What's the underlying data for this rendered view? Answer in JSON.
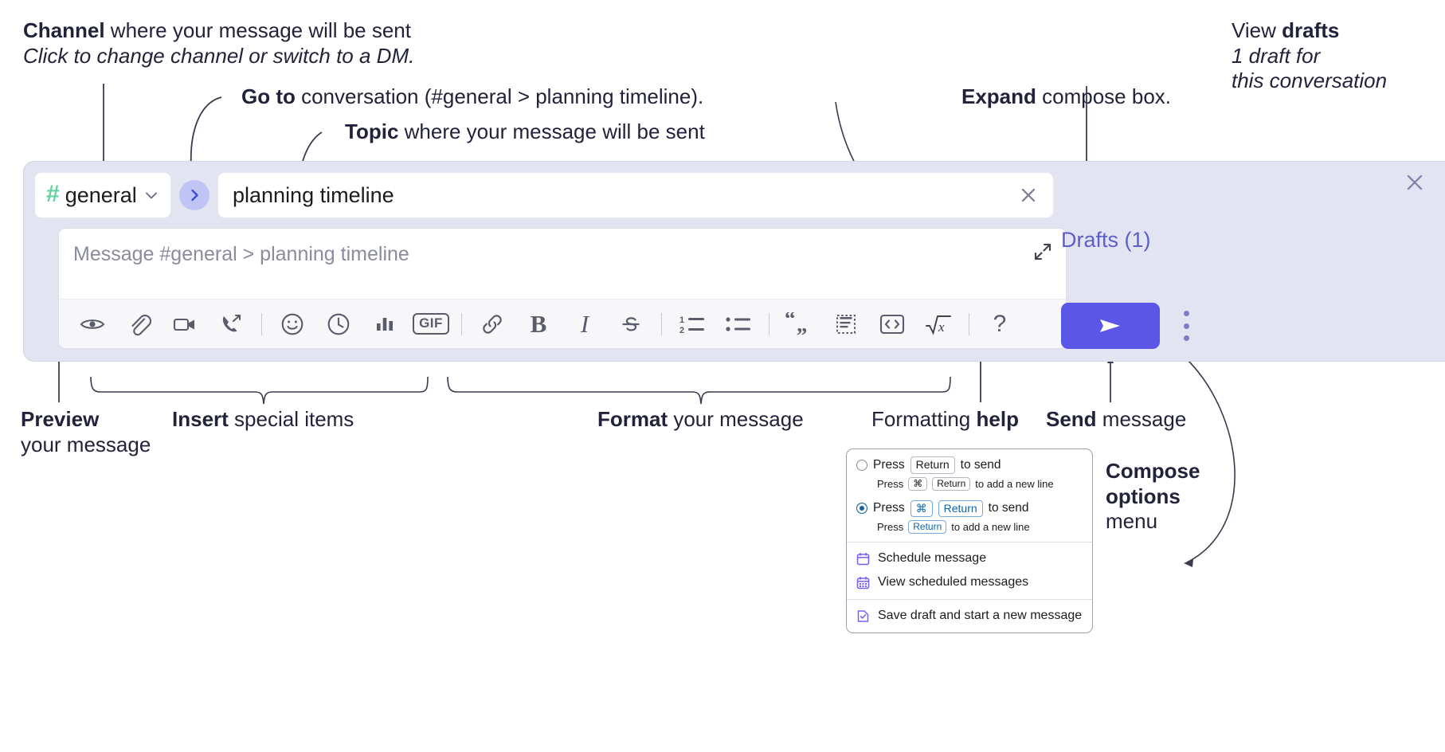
{
  "annotations": {
    "channel": {
      "bold": "Channel",
      "rest": " where your message will be sent",
      "sub": "Click to change channel or switch to a DM."
    },
    "goto": {
      "bold": "Go to",
      "rest": " conversation (#general > planning timeline)."
    },
    "topic": {
      "bold": "Topic",
      "rest": " where your message will be sent"
    },
    "expand": {
      "bold": "Expand",
      "rest": " compose box."
    },
    "drafts": {
      "lead": "View ",
      "bold": "drafts",
      "sub1": "1 draft for",
      "sub2": "this conversation"
    },
    "preview": {
      "bold": "Preview",
      "sub": "your message"
    },
    "insert": {
      "bold": "Insert",
      "rest": " special items"
    },
    "format": {
      "bold": "Format",
      "rest": " your message"
    },
    "help": {
      "lead": "Formatting ",
      "bold": "help"
    },
    "send": {
      "bold": "Send",
      "rest": " message"
    },
    "compose_options": {
      "bold1": "Compose",
      "bold2": "options",
      "rest": "menu"
    }
  },
  "compose": {
    "channel_name": "general",
    "hash_symbol": "#",
    "topic_value": "planning timeline",
    "message_placeholder": "Message #general > planning timeline",
    "drafts_label": "Drafts (1)",
    "toolbar_left": [
      {
        "name": "preview-icon",
        "label": "Preview"
      },
      {
        "name": "attachment-icon",
        "label": "Attach file"
      },
      {
        "name": "video-icon",
        "label": "Record video clip"
      },
      {
        "name": "audio-call-icon",
        "label": "Record audio clip"
      }
    ],
    "toolbar_insert": [
      {
        "name": "emoji-icon",
        "label": "Emoji"
      },
      {
        "name": "clock-icon",
        "label": "Mention / schedule"
      },
      {
        "name": "poll-icon",
        "label": "Poll"
      },
      {
        "name": "gif-icon",
        "label": "GIF"
      }
    ],
    "toolbar_format": [
      {
        "name": "link-icon",
        "label": "Link"
      },
      {
        "name": "bold-icon",
        "label": "Bold"
      },
      {
        "name": "italic-icon",
        "label": "Italic"
      },
      {
        "name": "strikethrough-icon",
        "label": "Strikethrough"
      }
    ],
    "toolbar_lists": [
      {
        "name": "ordered-list-icon",
        "label": "Ordered list"
      },
      {
        "name": "bulleted-list-icon",
        "label": "Bulleted list"
      }
    ],
    "toolbar_blocks": [
      {
        "name": "blockquote-icon",
        "label": "Blockquote"
      },
      {
        "name": "code-block-icon",
        "label": "Code block"
      },
      {
        "name": "code-icon",
        "label": "Code"
      },
      {
        "name": "math-icon",
        "label": "Math"
      }
    ],
    "toolbar_help": {
      "name": "help-icon",
      "label": "?"
    },
    "gif_label": "GIF",
    "bold_label": "B",
    "italic_label": "I",
    "help_label": "?"
  },
  "popup": {
    "option1": {
      "pre": "Press",
      "key": "Return",
      "post": "to send",
      "selected": false
    },
    "option1_sub": {
      "pre": "Press",
      "key1": "⌘",
      "key2": "Return",
      "post": "to add a new line"
    },
    "option2": {
      "pre": "Press",
      "key1": "⌘",
      "key2": "Return",
      "post": "to send",
      "selected": true
    },
    "option2_sub": {
      "pre": "Press",
      "key": "Return",
      "post": "to add a new line"
    },
    "menu": [
      {
        "icon": "calendar-icon",
        "label": "Schedule message"
      },
      {
        "icon": "calendar-grid-icon",
        "label": "View scheduled messages"
      },
      {
        "icon": "save-draft-icon",
        "label": "Save draft and start a new message"
      }
    ]
  },
  "colors": {
    "panel_bg": "#e3e4f1",
    "send_button": "#5b55e8",
    "hash_green": "#5ed39e",
    "goto_blue": "#3b49d4",
    "drafts_purple": "#5b5fc7",
    "radio_blue": "#1264a3",
    "menu_icon_purple": "#7a5cf0"
  }
}
